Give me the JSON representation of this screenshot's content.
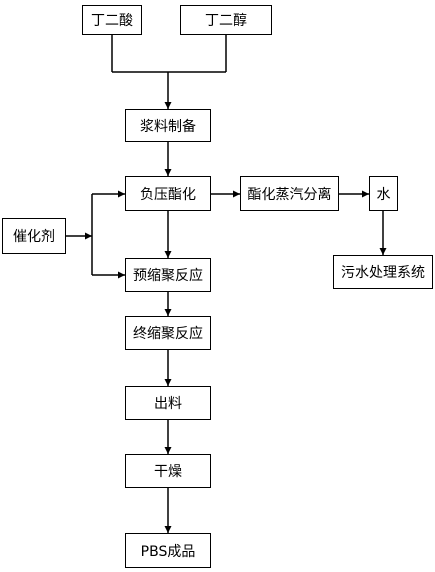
{
  "nodes": {
    "succinic_acid": "丁二酸",
    "butanediol": "丁二醇",
    "slurry_prep": "浆料制备",
    "neg_pressure_esterification": "负压酯化",
    "catalyst": "催化剂",
    "pre_polycondensation": "预缩聚反应",
    "final_polycondensation": "终缩聚反应",
    "discharge": "出料",
    "drying": "干燥",
    "pbs_product": "PBS成品",
    "vapor_separation": "酯化蒸汽分离",
    "water": "水",
    "wastewater_system": "污水处理系统"
  },
  "colors": {
    "line": "#000000",
    "box_border": "#000000",
    "background": "#ffffff"
  }
}
